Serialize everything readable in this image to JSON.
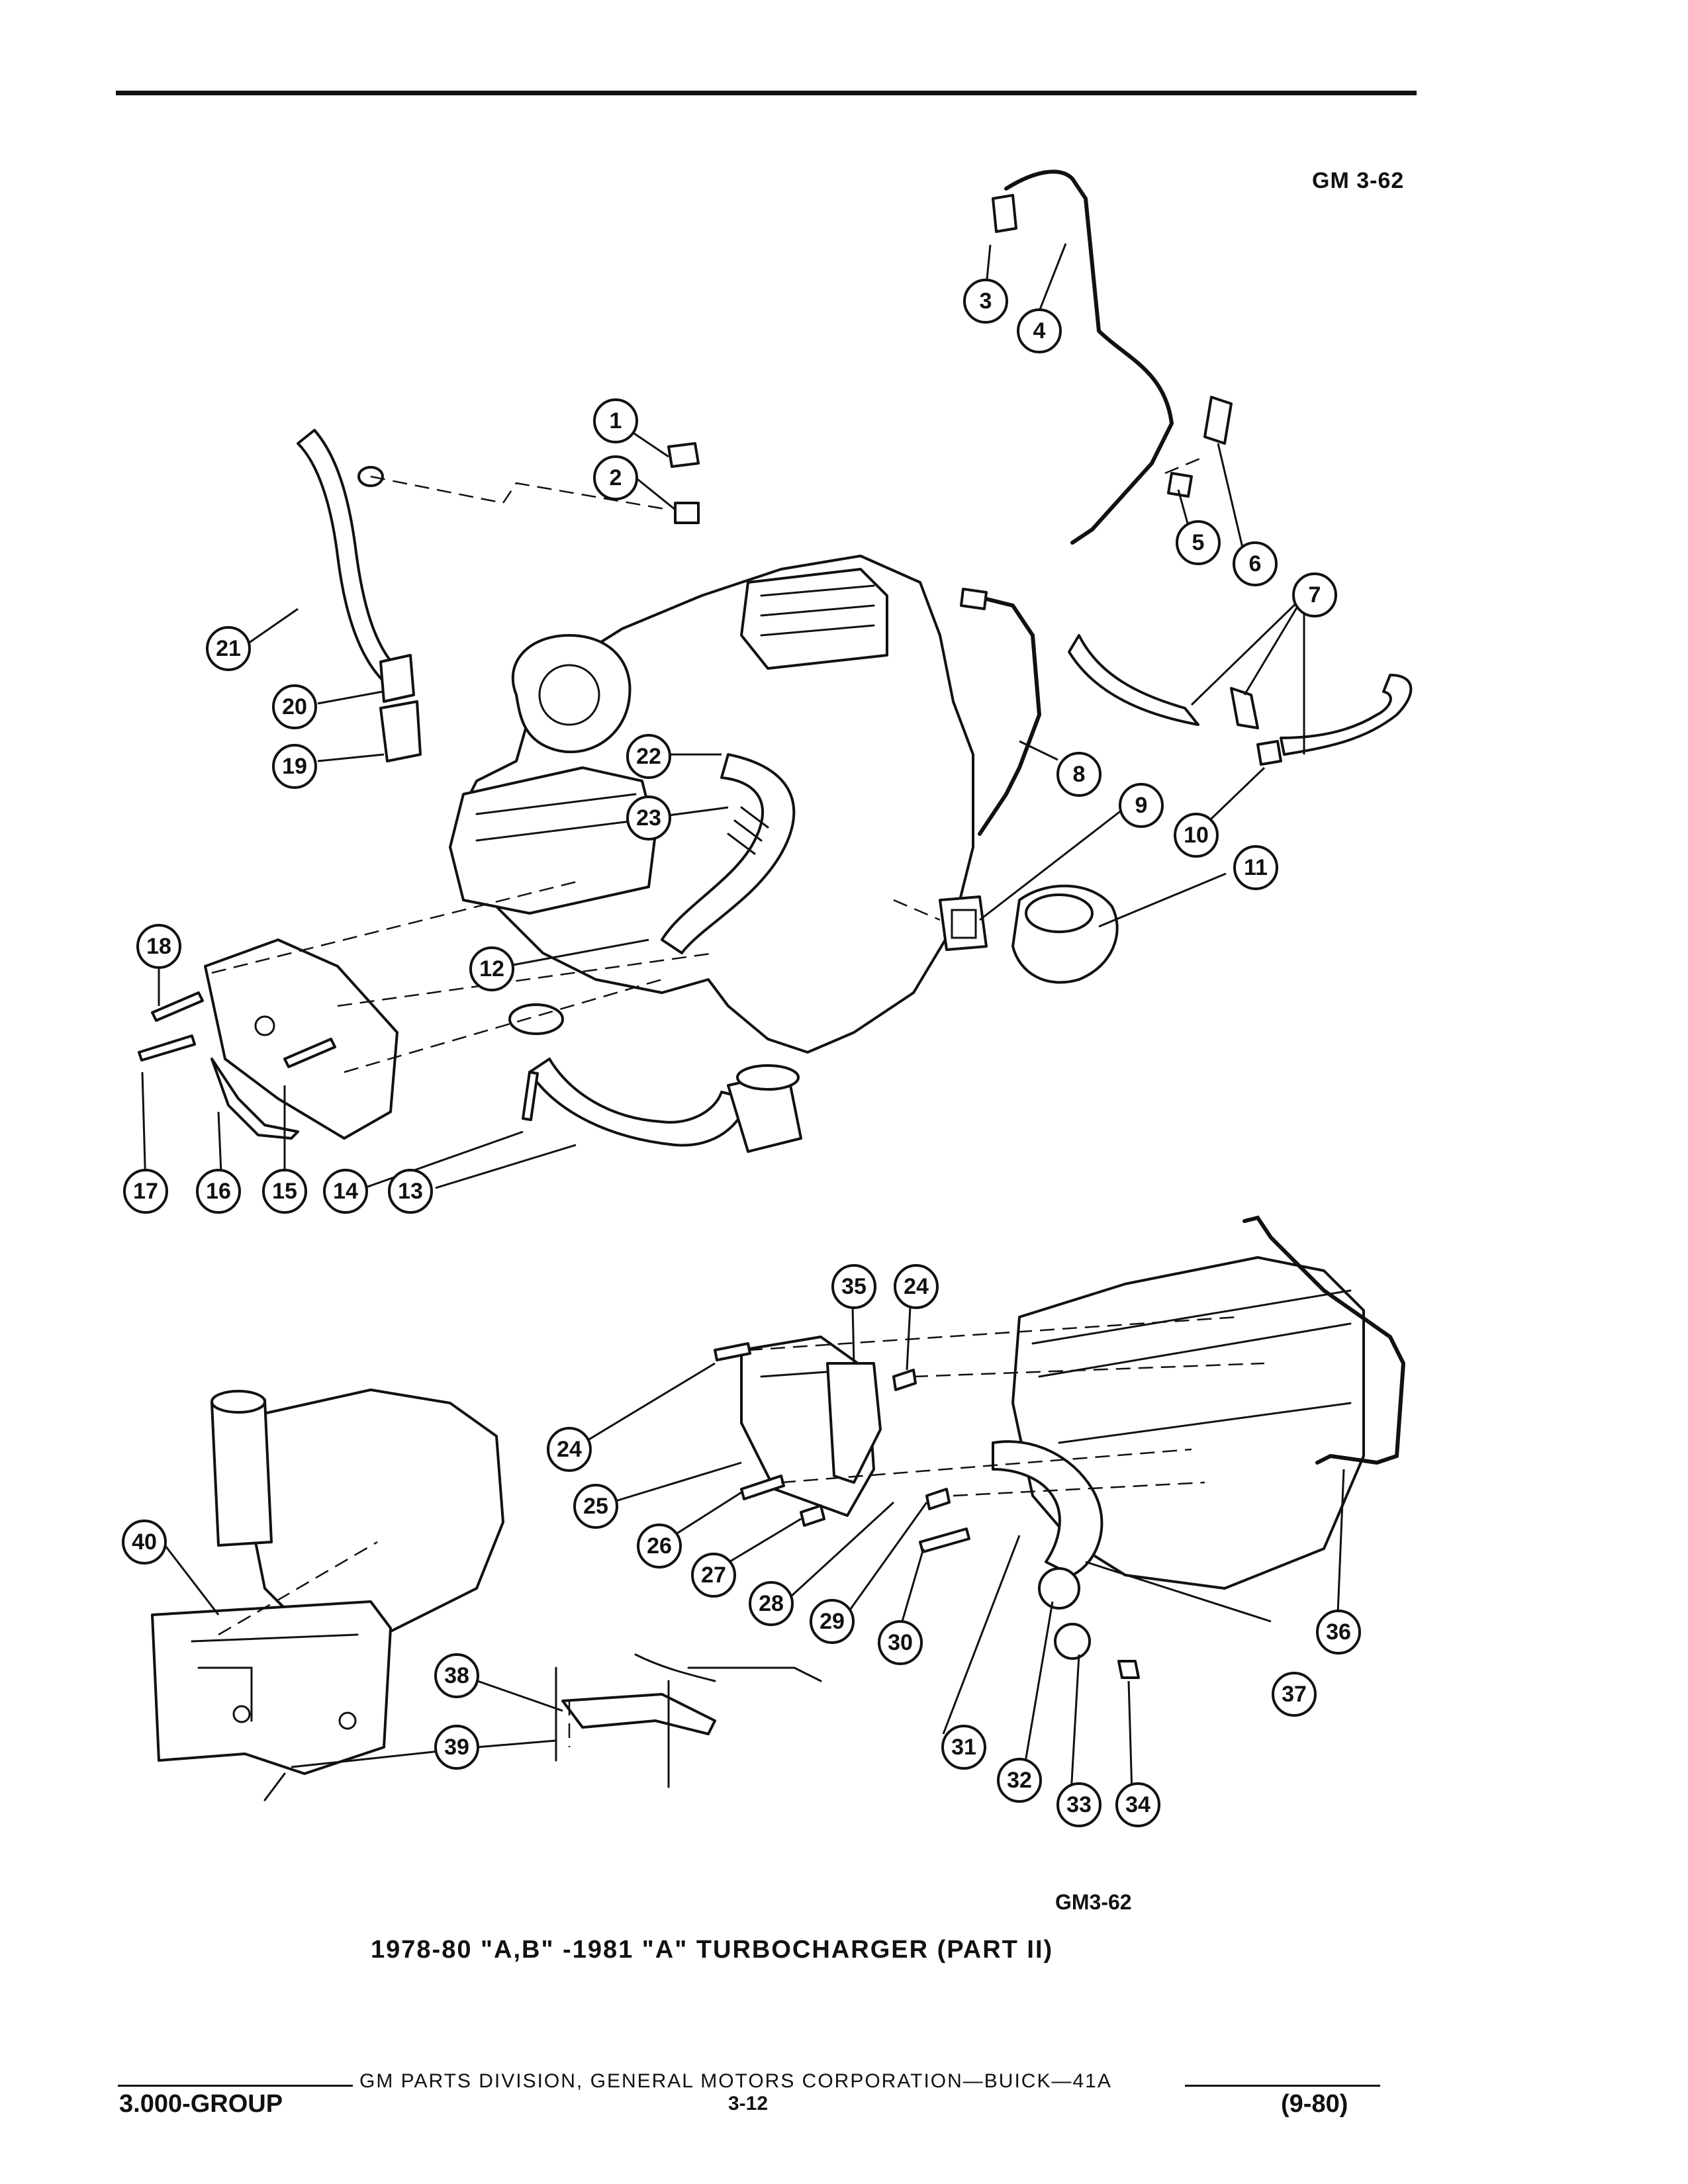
{
  "header": {
    "ref_code_top": "GM 3-62",
    "ref_code_bottom": "GM3-62"
  },
  "title": "1978-80 \"A,B\" -1981 \"A\" TURBOCHARGER (PART II)",
  "footer": {
    "publisher": "GM PARTS DIVISION, GENERAL MOTORS CORPORATION—BUICK—41A",
    "group": "3.000-GROUP",
    "page_number": "3-12",
    "date_code": "(9-80)"
  },
  "diagram": {
    "callouts": [
      "1",
      "2",
      "3",
      "4",
      "5",
      "6",
      "7",
      "8",
      "9",
      "10",
      "11",
      "12",
      "13",
      "14",
      "15",
      "16",
      "17",
      "18",
      "19",
      "20",
      "21",
      "22",
      "23",
      "24",
      "24",
      "25",
      "26",
      "27",
      "28",
      "29",
      "30",
      "31",
      "32",
      "33",
      "34",
      "35",
      "36",
      "37",
      "38",
      "39",
      "40"
    ]
  }
}
